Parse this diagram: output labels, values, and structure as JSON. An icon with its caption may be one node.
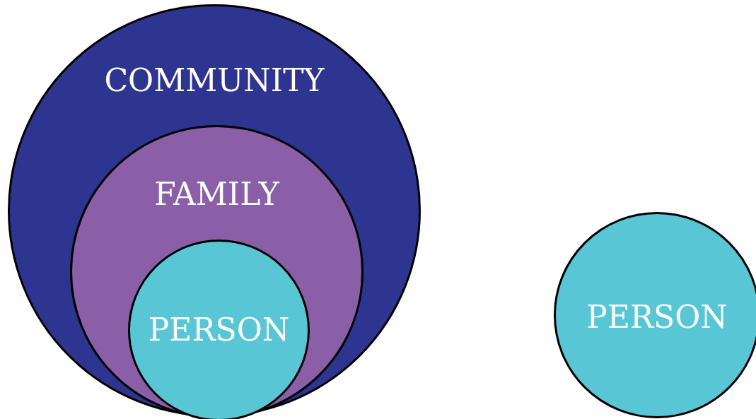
{
  "diagram": {
    "nodes": [
      {
        "text": [
          "COMMUNITY"
        ]
      },
      {
        "text": [
          "FAMILY"
        ],
        "in": 0
      },
      {
        "text": [
          "PERSON"
        ],
        "in": 1
      },
      {
        "text": [
          "PERSON"
        ]
      }
    ],
    "edges": []
  }
}
